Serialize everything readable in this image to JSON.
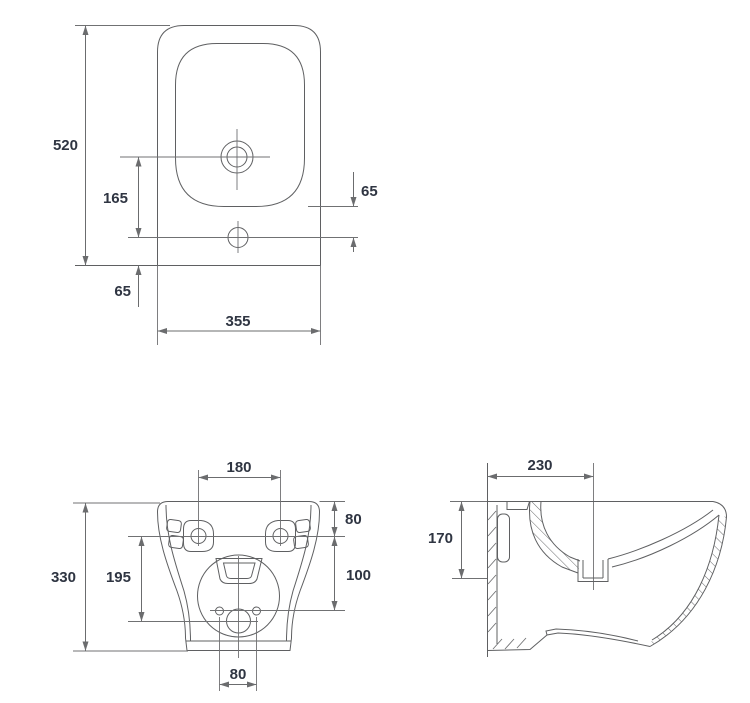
{
  "colors": {
    "line": "#5f6062",
    "dimension_line": "#6b6c6e",
    "label_text": "#2f3542",
    "background": "#ffffff"
  },
  "views": {
    "top": {
      "height": "520",
      "spout_offset": "165",
      "hole_to_rim": "65",
      "back_offset": "65",
      "width": "355"
    },
    "rear": {
      "height": "330",
      "holes_to_drain": "195",
      "mount_spacing": "180",
      "rim_to_mount": "80",
      "mount_to_supply": "100",
      "supply_spacing": "80"
    },
    "side": {
      "wall_to_drain": "230",
      "rim_to_bowl": "170"
    }
  }
}
